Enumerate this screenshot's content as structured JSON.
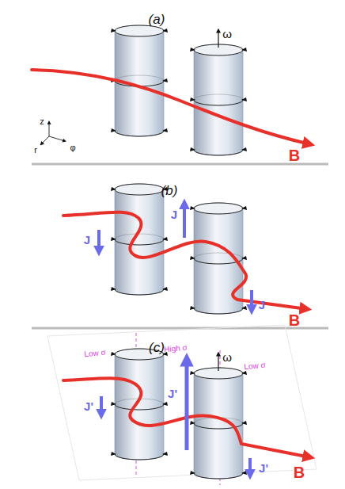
{
  "diagram": {
    "labels": [
      "(a)",
      "ω",
      "B",
      "z",
      "r",
      "φ",
      "(b)",
      "J",
      "J",
      "J",
      "B",
      "(c)",
      "Low σ",
      "High σ",
      "Low σ",
      "ω",
      "J'",
      "J'",
      "J'",
      "B"
    ]
  }
}
